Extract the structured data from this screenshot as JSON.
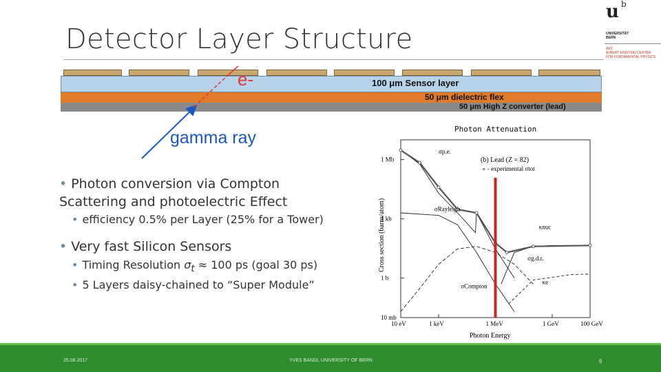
{
  "slide": {
    "title": "Detector Layer Structure"
  },
  "logo": {
    "mark": "u",
    "superscript": "b",
    "line1": "UNIVERSITÄT\nBERN",
    "line2": "AEC\nALBERT EINSTEIN CENTER\nFOR FUNDAMENTAL PHYSICS"
  },
  "detector": {
    "sensor_label": "100 μm Sensor layer",
    "dielectric_label": "50 μm dielectric flex",
    "converter_label": "50 μm High Z converter (lead)",
    "electron_label": "e-",
    "gamma_label": "gamma ray",
    "colors": {
      "sensor": "#b7d3ea",
      "dielectric": "#e07b2a",
      "converter": "#8a8a8a",
      "electron": "#e53935",
      "gamma": "#1a56c4"
    }
  },
  "bullets": {
    "photon_conversion": "Photon conversion via Compton Scattering and photoelectric Effect",
    "efficiency": "efficiency 0.5% per Layer (25% for a Tower)",
    "fast_sensors": "Very fast Silicon Sensors",
    "timing_prefix": "Timing Resolution ",
    "timing_symbol": "σ",
    "timing_sub": "t",
    "timing_suffix": " ≈ 100 ps (goal 30 ps)",
    "five_layers": "5 Layers daisy-chained to “Super Module”"
  },
  "chart_data": {
    "type": "line",
    "title": "Photon Attenuation",
    "inset_label": "(b) Lead (Z = 82)",
    "legend_marker": "∘ - experimental σtot",
    "xlabel": "Photon Energy",
    "ylabel": "Cross section (barns/atom)",
    "x_scale": "log",
    "y_scale": "log",
    "x_ticks": [
      "10 eV",
      "1 keV",
      "1 MeV",
      "1 GeV",
      "100 GeV"
    ],
    "y_ticks": [
      "10 mb",
      "1 b",
      "1 kb",
      "1 Mb"
    ],
    "xlim_eV": [
      10,
      100000000000
    ],
    "ylim_barns": [
      0.01,
      10000000
    ],
    "marker_line_energy_MeV": 1,
    "marker_color": "#c62828",
    "series_labels": {
      "photoelectric": "σp.e.",
      "rayleigh": "σRayleigh",
      "compton": "σCompton",
      "nuclear": "κnuc",
      "electron": "κe",
      "gdr": "σg.d.r."
    },
    "series": [
      {
        "name": "σp.e.",
        "x": [
          10,
          100,
          1000,
          10000,
          88000,
          100000,
          1000000,
          10000000
        ],
        "y": [
          3000000,
          600000,
          20000,
          2000,
          200,
          2000,
          30,
          1
        ]
      },
      {
        "name": "σRayleigh",
        "x": [
          10,
          1000,
          10000,
          100000,
          1000000,
          10000000
        ],
        "y": [
          2000,
          1500,
          500,
          20,
          0.5,
          0.02
        ]
      },
      {
        "name": "σCompton",
        "x": [
          10,
          100,
          1000,
          10000,
          100000,
          1000000,
          10000000,
          100000000
        ],
        "y": [
          0.02,
          0.3,
          5,
          30,
          40,
          20,
          5,
          0.5
        ]
      },
      {
        "name": "κnuc",
        "x": [
          2000000,
          10000000,
          100000000,
          1000000000,
          100000000000
        ],
        "y": [
          0.5,
          20,
          40,
          45,
          45
        ]
      },
      {
        "name": "κe",
        "x": [
          5000000,
          100000000,
          10000000000,
          100000000000
        ],
        "y": [
          0.05,
          0.8,
          1.5,
          1.6
        ]
      },
      {
        "name": "experimental σtot",
        "x": [
          10,
          100,
          1000,
          10000,
          100000,
          1000000,
          4000000,
          100000000,
          100000000000
        ],
        "y": [
          3000000,
          700000,
          40000,
          3000,
          2000,
          60,
          20,
          40,
          45
        ]
      }
    ]
  },
  "footer": {
    "date": "25.08.2017",
    "author": "YVES BANDI, UNIVERSITY OF BERN",
    "page": "6",
    "color": "#2e8b2e"
  }
}
